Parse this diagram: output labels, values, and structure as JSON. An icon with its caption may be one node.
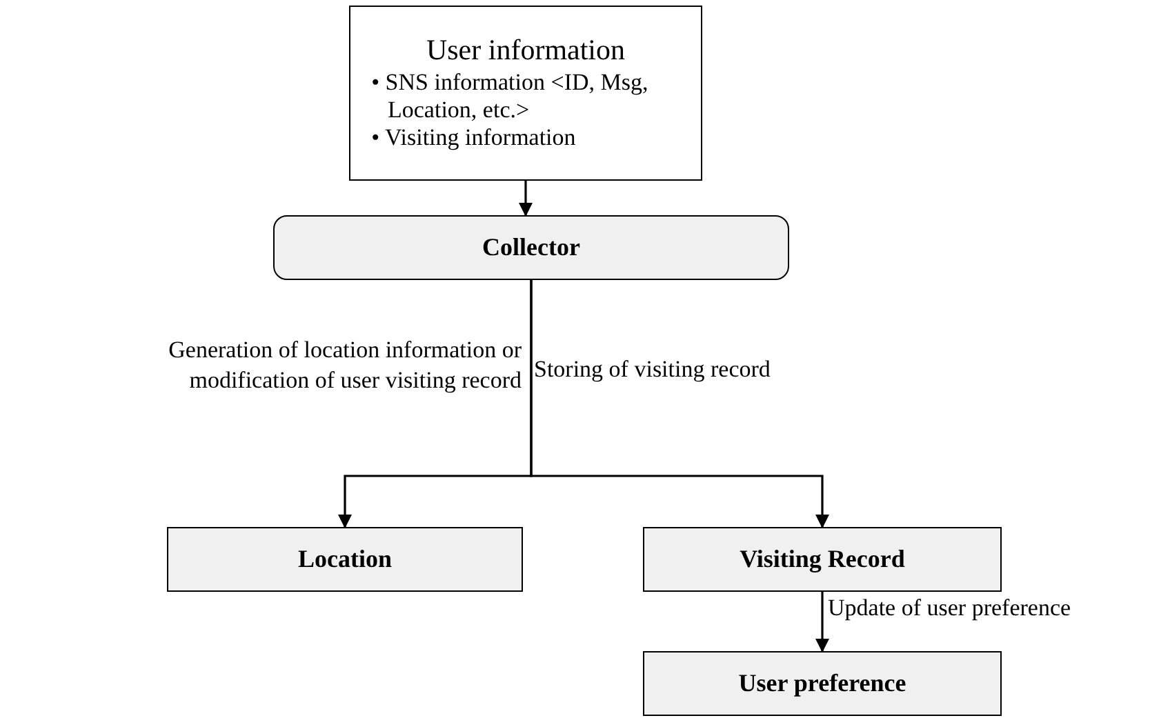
{
  "diagram": {
    "nodes": [
      {
        "text": [
          "User information",
          "• SNS information <ID, Msg, Location, etc.>",
          "• Visiting information"
        ]
      },
      {
        "text": [
          "Collector"
        ]
      },
      {
        "text": [
          "Location"
        ]
      },
      {
        "text": [
          "Visiting Record"
        ]
      },
      {
        "text": [
          "User preference"
        ]
      }
    ],
    "edges": [
      {
        "from": 0,
        "to": 1,
        "arrow": "to"
      },
      {
        "from": 1,
        "to": 2,
        "arrow": "to",
        "label": "Generation of location information or modification of user visiting record"
      },
      {
        "from": 1,
        "to": 3,
        "arrow": "to",
        "label": "Storing of visiting record"
      },
      {
        "from": 3,
        "to": 4,
        "arrow": "to",
        "label": "Update of user preference"
      }
    ]
  }
}
